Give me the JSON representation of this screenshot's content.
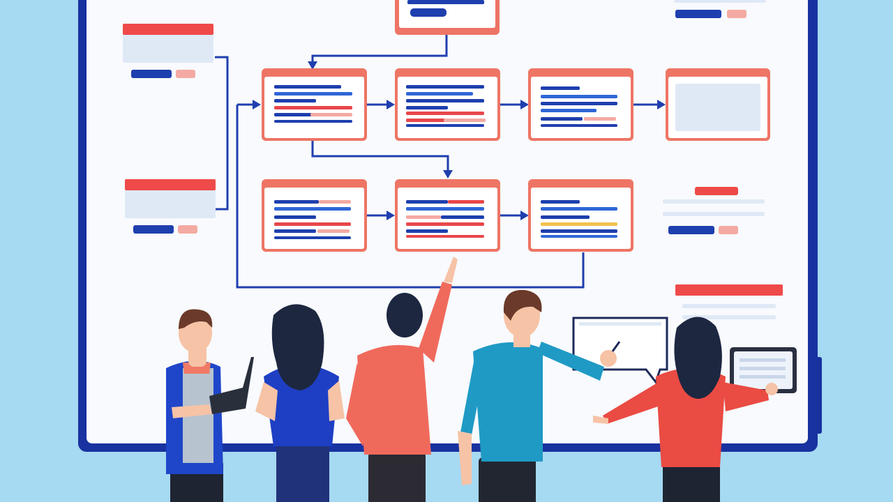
{
  "palette": {
    "background": "#a6d9f2",
    "board_fill": "#f8fafd",
    "board_frame": "#1832a0",
    "card_header": "#f47a6c",
    "card_border": "#ee7565",
    "text_line_blue": "#2f66d6",
    "text_line_dark_blue": "#1e3fae",
    "text_line_red": "#e8474b",
    "text_line_pink": "#f4aaa3",
    "text_line_yellow": "#f2c14e",
    "connector": "#1f3fae",
    "placeholder_box": "#dfe9f6",
    "sticky_header": "#ef4a4a",
    "skin": "#f6c3a6",
    "hair_dark": "#1d2740",
    "hair_brown": "#6b3a2a"
  },
  "board": {
    "items": [
      {
        "name": "card-top",
        "kind": "card",
        "interactable": false
      },
      {
        "name": "card-row1-col1",
        "kind": "card",
        "interactable": false
      },
      {
        "name": "card-row1-col2",
        "kind": "card",
        "interactable": false
      },
      {
        "name": "card-row1-col3",
        "kind": "card",
        "interactable": false
      },
      {
        "name": "card-row1-col4-placeholder",
        "kind": "card",
        "interactable": false
      },
      {
        "name": "card-row2-col1",
        "kind": "card",
        "interactable": false
      },
      {
        "name": "card-row2-col2",
        "kind": "card",
        "interactable": false
      },
      {
        "name": "card-row2-col3",
        "kind": "card",
        "interactable": false
      },
      {
        "name": "side-note-left-top",
        "kind": "note",
        "interactable": false
      },
      {
        "name": "side-note-left-bottom",
        "kind": "note",
        "interactable": false
      },
      {
        "name": "side-note-right-middle",
        "kind": "note",
        "interactable": false
      },
      {
        "name": "side-note-right-bottom",
        "kind": "note",
        "interactable": false
      }
    ]
  },
  "people": [
    {
      "name": "person-with-laptop",
      "shirt": "#1f46c9",
      "interactable": false
    },
    {
      "name": "person-long-hair-blue",
      "shirt": "#1e3fc4",
      "interactable": false
    },
    {
      "name": "person-pointing",
      "shirt": "#f06a5c",
      "interactable": false
    },
    {
      "name": "person-with-pen",
      "shirt": "#1f9ac4",
      "interactable": false
    },
    {
      "name": "person-long-hair-red",
      "shirt": "#ea4b43",
      "interactable": false
    }
  ]
}
